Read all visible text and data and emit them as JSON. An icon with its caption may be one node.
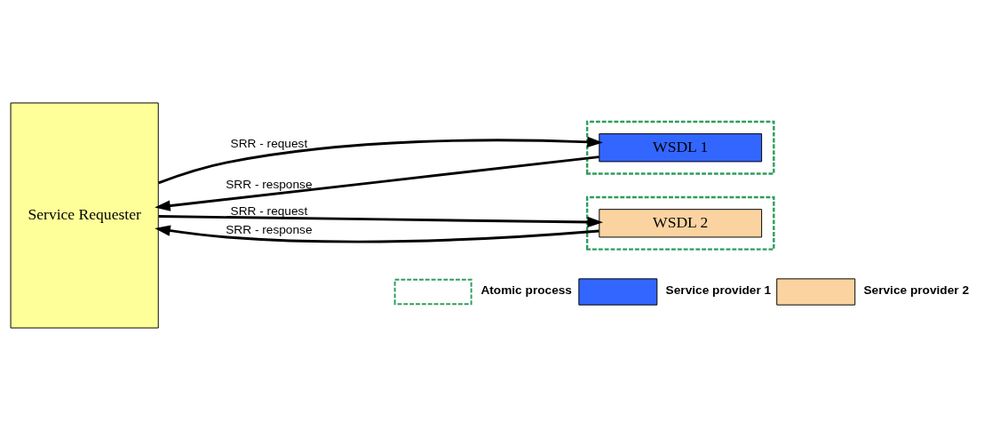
{
  "diagram": {
    "nodes": [
      {
        "text": [
          "Service Requester"
        ]
      },
      {
        "text": [],
        "shape": "box"
      },
      {
        "text": [
          "WSDL 1"
        ],
        "in": 1
      },
      {
        "text": [],
        "shape": "box"
      },
      {
        "text": [
          "WSDL 2"
        ],
        "in": 3
      }
    ],
    "edges": [
      {
        "from": 0,
        "to": 2,
        "arrow": "to",
        "label": "SRR - request"
      },
      {
        "from": 2,
        "to": 0,
        "arrow": "to",
        "label": "SRR - response"
      },
      {
        "from": 0,
        "to": 4,
        "arrow": "to",
        "label": "SRR - request"
      },
      {
        "from": 4,
        "to": 0,
        "arrow": "to",
        "label": "SRR - response"
      }
    ],
    "legend": [
      {
        "text": "Atomic process"
      },
      {
        "text": "Service provider 1",
        "color": "#3366ff"
      },
      {
        "text": "Service provider 2",
        "color": "#fbd3a0"
      }
    ]
  }
}
